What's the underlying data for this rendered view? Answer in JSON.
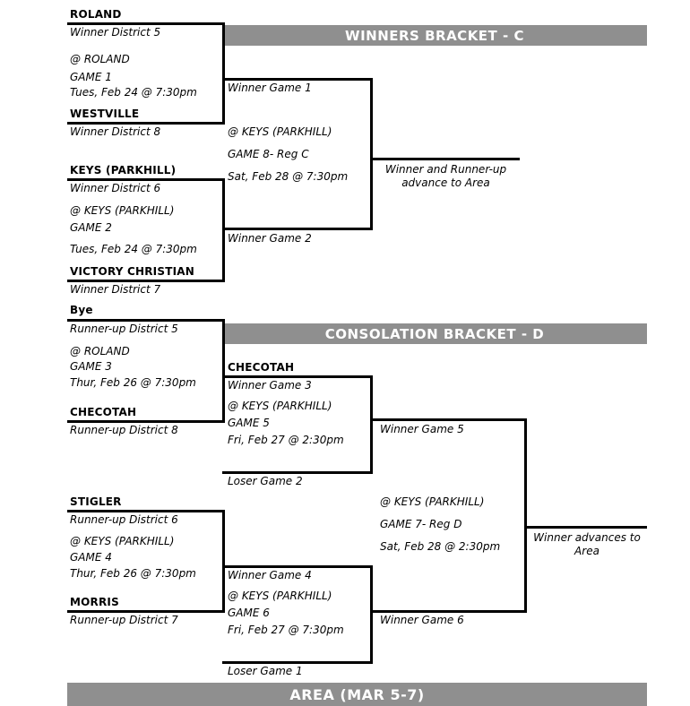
{
  "headers": {
    "winners": "WINNERS BRACKET - C",
    "consolation": "CONSOLATION BRACKET - D",
    "area": "AREA (MAR 5-7)"
  },
  "winners": {
    "game1": {
      "team_top": "ROLAND",
      "seed_top": "Winner District 5",
      "site": "@ ROLAND",
      "label": "GAME 1",
      "time": "Tues, Feb 24 @ 7:30pm",
      "team_bottom": "WESTVILLE",
      "seed_bottom": "Winner District 8"
    },
    "game2": {
      "team_top": "KEYS (PARKHILL)",
      "seed_top": "Winner District 6",
      "site": "@ KEYS (PARKHILL)",
      "label": "GAME 2",
      "time": "Tues, Feb 24 @ 7:30pm",
      "team_bottom": "VICTORY CHRISTIAN",
      "seed_bottom": "Winner District 7"
    },
    "game8": {
      "feed_top": "Winner Game 1",
      "site": "@ KEYS (PARKHILL)",
      "label": "GAME 8- Reg C",
      "time": "Sat, Feb 28 @ 7:30pm",
      "feed_bottom": "Winner Game 2"
    },
    "advance_note": "Winner and Runner-up advance to Area"
  },
  "consolation": {
    "game3": {
      "team_top": "Bye",
      "seed_top": "Runner-up District 5",
      "site": "@ ROLAND",
      "label": "GAME 3",
      "time": "Thur, Feb 26 @ 7:30pm",
      "team_bottom": "CHECOTAH",
      "seed_bottom": "Runner-up District 8"
    },
    "game5": {
      "team_top": "CHECOTAH",
      "feed_top": "Winner Game 3",
      "site": "@ KEYS (PARKHILL)",
      "label": "GAME 5",
      "time": "Fri, Feb 27 @ 2:30pm",
      "feed_bottom": "Loser Game 2"
    },
    "game4": {
      "team_top": "STIGLER",
      "seed_top": "Runner-up District 6",
      "site": "@ KEYS (PARKHILL)",
      "label": "GAME 4",
      "time": "Thur, Feb 26 @ 7:30pm",
      "team_bottom": "MORRIS",
      "seed_bottom": "Runner-up District 7"
    },
    "game6": {
      "feed_top": "Winner Game 4",
      "site": "@ KEYS (PARKHILL)",
      "label": "GAME 6",
      "time": "Fri, Feb 27 @ 7:30pm",
      "feed_bottom": "Loser Game 1"
    },
    "game7": {
      "feed_top": "Winner Game 5",
      "site": "@ KEYS (PARKHILL)",
      "label": "GAME 7- Reg D",
      "time": "Sat, Feb 28 @ 2:30pm",
      "feed_bottom": "Winner Game 6"
    },
    "advance_note": "Winner advances to Area"
  },
  "colors": {
    "header_bg": "#8f8f8f",
    "line": "#000000"
  }
}
